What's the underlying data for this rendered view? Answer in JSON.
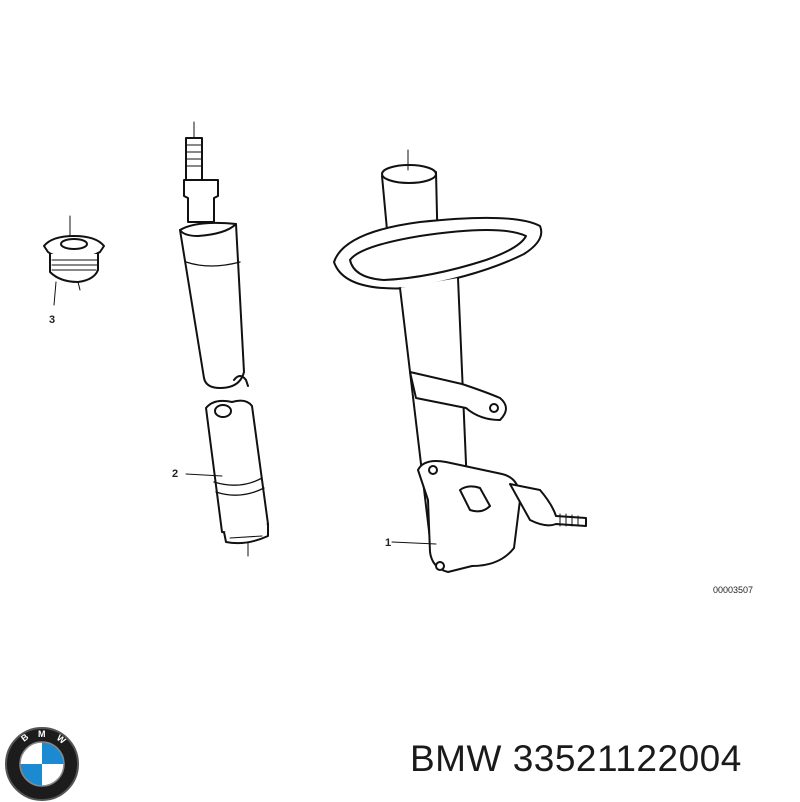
{
  "diagram": {
    "callouts": [
      {
        "label": "1"
      },
      {
        "label": "2"
      },
      {
        "label": "3"
      }
    ],
    "reference_code": "00003507"
  },
  "footer": {
    "brand_text": "BMW 33521122004",
    "logo_lettering": "BMW"
  }
}
